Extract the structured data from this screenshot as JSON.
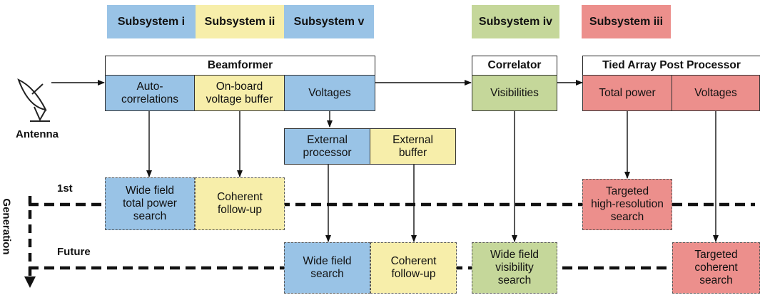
{
  "legend": {
    "sub_i": "Subsystem i",
    "sub_ii": "Subsystem ii",
    "sub_v": "Subsystem v",
    "sub_iv": "Subsystem iv",
    "sub_iii": "Subsystem iii"
  },
  "antenna_label": "Antenna",
  "beamformer": {
    "title": "Beamformer",
    "autocorr": "Auto-\ncorrelations",
    "onboard": "On-board\nvoltage buffer",
    "voltages": "Voltages"
  },
  "correlator": {
    "title": "Correlator",
    "visibilities": "Visibilities"
  },
  "tied_array": {
    "title": "Tied Array Post Processor",
    "total_power": "Total power",
    "voltages": "Voltages"
  },
  "external": {
    "processor": "External\nprocessor",
    "buffer": "External\nbuffer"
  },
  "generation": {
    "axis_label": "Generation",
    "first": "1st",
    "future": "Future"
  },
  "first_gen": {
    "wide_field_total": "Wide field\ntotal power\nsearch",
    "coherent": "Coherent\nfollow-up",
    "targeted_hr": "Targeted\nhigh-resolution\nsearch"
  },
  "future_gen": {
    "wide_field": "Wide field\nsearch",
    "coherent": "Coherent\nfollow-up",
    "visibility": "Wide field\nvisibility\nsearch",
    "targeted_coh": "Targeted\ncoherent\nsearch"
  },
  "colors": {
    "subsystem_i": "#99c3e6",
    "subsystem_ii": "#f7eeaa",
    "subsystem_iv": "#c5d79a",
    "subsystem_iii": "#ec8f8c"
  }
}
